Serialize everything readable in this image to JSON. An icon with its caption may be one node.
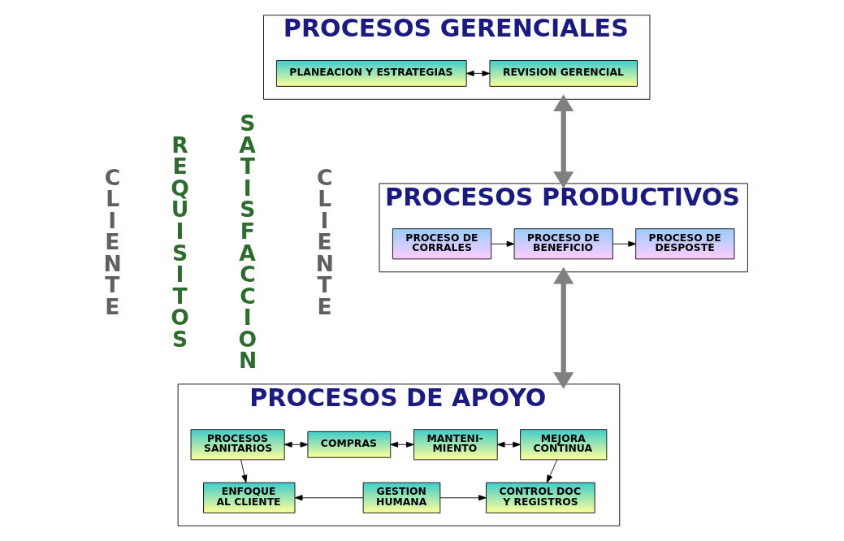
{
  "diagram": {
    "nodes": [
      {
        "text": [
          "PROCESOS GERENCIALES"
        ]
      },
      {
        "text": [
          "PLANEACION Y ESTRATEGIAS"
        ],
        "in": 0
      },
      {
        "text": [
          "REVISION GERENCIAL"
        ],
        "in": 0
      },
      {
        "text": [
          "PROCESOS PRODUCTIVOS"
        ]
      },
      {
        "text": [
          "PROCESO DE CORRALES"
        ],
        "in": 3
      },
      {
        "text": [
          "PROCESO DE BENEFICIO"
        ],
        "in": 3
      },
      {
        "text": [
          "PROCESO DE DESPOSTE"
        ],
        "in": 3
      },
      {
        "text": [
          "PROCESOS DE APOYO"
        ]
      },
      {
        "text": [
          "PROCESOS SANITARIOS"
        ],
        "in": 7
      },
      {
        "text": [
          "COMPRAS"
        ],
        "in": 7
      },
      {
        "text": [
          "MANTENI- MIENTO"
        ],
        "in": 7
      },
      {
        "text": [
          "MEJORA CONTINUA"
        ],
        "in": 7
      },
      {
        "text": [
          "ENFOQUE AL CLIENTE"
        ],
        "in": 7
      },
      {
        "text": [
          "GESTION HUMANA"
        ],
        "in": 7
      },
      {
        "text": [
          "CONTROL DOC Y REGISTROS"
        ],
        "in": 7
      }
    ],
    "edges": [
      {
        "from": 1,
        "to": 2,
        "arrow": "both"
      },
      {
        "from": 0,
        "to": 3,
        "arrow": "both",
        "style": "thick",
        "color": "#808080"
      },
      {
        "from": 4,
        "to": 5,
        "arrow": "to"
      },
      {
        "from": 5,
        "to": 6,
        "arrow": "to"
      },
      {
        "from": 3,
        "to": 7,
        "arrow": "both",
        "style": "thick",
        "color": "#808080"
      },
      {
        "from": 8,
        "to": 9,
        "arrow": "both"
      },
      {
        "from": 9,
        "to": 10,
        "arrow": "both"
      },
      {
        "from": 10,
        "to": 11,
        "arrow": "both"
      },
      {
        "from": 8,
        "to": 12,
        "arrow": "to"
      },
      {
        "from": 13,
        "to": 12,
        "arrow": "to"
      },
      {
        "from": 13,
        "to": 14,
        "arrow": "to"
      },
      {
        "from": 11,
        "to": 14,
        "arrow": "to"
      }
    ],
    "labels": [
      "CLIENTE",
      "REQUISITOS",
      "SATISFACCION",
      "CLIENTE"
    ]
  }
}
